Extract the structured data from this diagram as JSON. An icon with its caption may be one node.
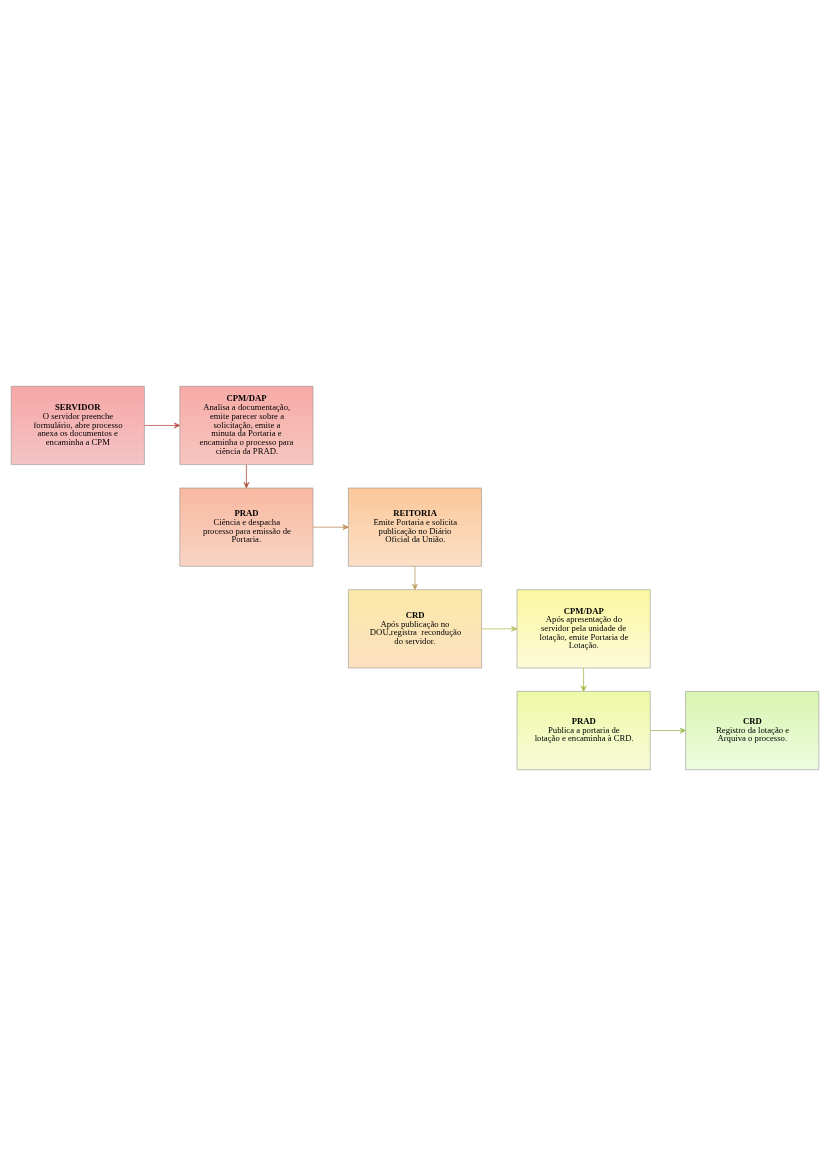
{
  "diagram": {
    "nodes": [
      {
        "text": [
          "SERVIDOR",
          "O servidor preenche formulário, abre processo anexa os documentos e encaminha a CPM"
        ]
      },
      {
        "text": [
          "CPM/DAP",
          "Analisa a documentação, emite parecer sobre a solicitação, emite a minuta da Portaria e encaminha o processo para ciência da PRAD."
        ]
      },
      {
        "text": [
          "PRAD",
          "Ciência e despacha processo para emissão de Portaria."
        ]
      },
      {
        "text": [
          "REITORIA",
          "Emite Portaria e solicita publicação no Diário Oficial da União."
        ]
      },
      {
        "text": [
          "CRD",
          "Após publicação no DOU,registra  recondução do servidor."
        ]
      },
      {
        "text": [
          "CPM/DAP",
          "Após apresentação do servidor pela unidade de lotação, emite Portaria de Lotação."
        ]
      },
      {
        "text": [
          "PRAD",
          "Publica a portaria de lotação e encaminha à CRD."
        ]
      },
      {
        "text": [
          "CRD",
          "Registro da lotação e Arquiva o processo."
        ]
      }
    ],
    "edges": [
      {
        "from": 0,
        "to": 1,
        "arrow": "to",
        "color": "#c0504d"
      },
      {
        "from": 1,
        "to": 2,
        "arrow": "to",
        "color": "#b0543c"
      },
      {
        "from": 2,
        "to": 3,
        "arrow": "to",
        "color": "#c08a5a"
      },
      {
        "from": 3,
        "to": 4,
        "arrow": "to",
        "color": "#c0a060"
      },
      {
        "from": 4,
        "to": 5,
        "arrow": "to",
        "color": "#b8c060"
      },
      {
        "from": 5,
        "to": 6,
        "arrow": "to",
        "color": "#a8b84a"
      },
      {
        "from": 6,
        "to": 7,
        "arrow": "to",
        "color": "#9bbb59"
      }
    ]
  }
}
